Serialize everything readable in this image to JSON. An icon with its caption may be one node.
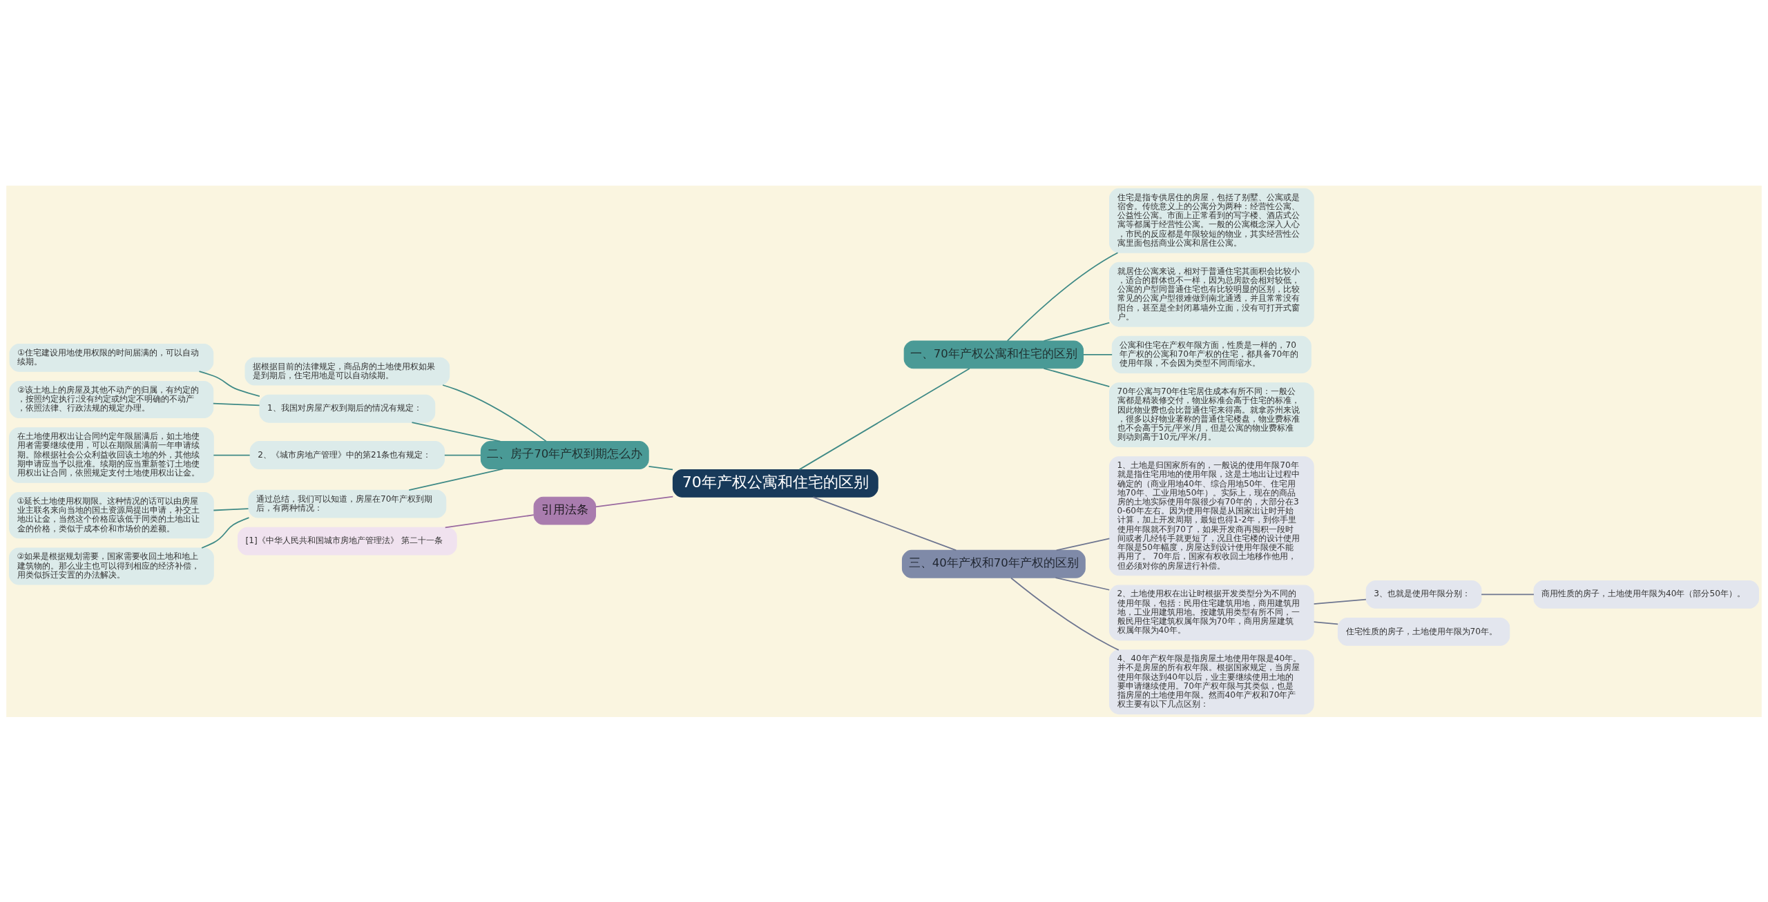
{
  "diagram": {
    "nodes": [
      {
        "text": [
          "70年产权公寓和住宅的区别"
        ]
      },
      {
        "text": [
          "一、70年产权公寓和住宅的区别"
        ]
      },
      {
        "text": [
          "住宅是指专供居住的房屋，包括了别墅、公寓或是宿舍。传统意义上的公寓分为两种：经营性公寓、公益性公寓。市面上正常看到的写字楼、酒店式公寓等都属于经营性公寓。一般的公寓概念深入人心，市民的反应都是年限较短的物业，其实经营性公寓里面包括商业公寓和居住公寓。"
        ]
      },
      {
        "text": [
          "就居住公寓来说，相对于普通住宅其面积会比较小，适合的群体也不一样，因为总房款会相对较低，公寓的户型同普通住宅也有比较明显的区别，比较常见的公寓户型很难做到南北通透，并且常常没有阳台，甚至是全封闭幕墙外立面，没有可打开式窗户。"
        ]
      },
      {
        "text": [
          "公寓和住宅在产权年限方面，性质是一样的，70年产权的公寓和70年产权的住宅，都具备70年的使用年限，不会因为类型不同而缩水。"
        ]
      },
      {
        "text": [
          "70年公寓与70年住宅居住成本有所不同：一般公寓都是精装修交付，物业标准会高于住宅的标准，因此物业费也会比普通住宅来得高。就拿苏州来说，很多以好物业著称的普通住宅楼盘，物业费标准也不会高于5元/平米/月，但是公寓的物业费标准则动则高于10元/平米/月。"
        ]
      },
      {
        "text": [
          "二、房子70年产权到期怎么办"
        ]
      },
      {
        "text": [
          "据根据目前的法律规定，商品房的土地使用权如果是到期后，住宅用地是可以自动续期。"
        ]
      },
      {
        "text": [
          "1、我国对房屋产权到期后的情况有规定："
        ]
      },
      {
        "text": [
          "①住宅建设用地使用权限的时间届满的，可以自动续期。"
        ]
      },
      {
        "text": [
          "②该土地上的房屋及其他不动产的归属，有约定的，按照约定执行;没有约定或约定不明确的不动产，依照法律、行政法规的规定办理。"
        ]
      },
      {
        "text": [
          "2、《城市房地产管理》中的第21条也有规定："
        ]
      },
      {
        "text": [
          "在土地使用权出让合同约定年限届满后，如土地使用者需要继续使用，可以在期限届满前一年申请续期。除根据社会公众利益收回该土地的外，其他续期申请应当予以批准。续期的应当重新签订土地使用权出让合同，依照规定支付土地使用权出让金。"
        ]
      },
      {
        "text": [
          "通过总结，我们可以知道，房屋在70年产权到期后，有两种情况："
        ]
      },
      {
        "text": [
          "①延长土地使用权期限。这种情况的话可以由房屋业主联名来向当地的国土资源局提出申请，补交土地出让金，当然这个价格应该低于同类的土地出让金的价格，类似于成本价和市场价的差额。"
        ]
      },
      {
        "text": [
          "②如果是根据规划需要，国家需要收回土地和地上建筑物的。那么业主也可以得到相应的经济补偿，用类似拆迁安置的办法解决。"
        ]
      },
      {
        "text": [
          "三、40年产权和70年产权的区别"
        ]
      },
      {
        "text": [
          "1、土地是归国家所有的，一般说的使用年限70年就是指住宅用地的使用年限，这是土地出让过程中确定的（商业用地40年、综合用地50年、住宅用地70年、工业用地50年）。实际上，现在的商品房的土地实际使用年限很少有70年的，大部分在30-60年左右。因为使用年限是从国家出让时开始计算，加上开发周期，最短也得1-2年，到你手里使用年限就不到70了，如果开发商再囤积一段时间或者几经转手就更短了，况且住宅楼的设计使用年限是50年幅度，房屋达到设计使用年限便不能再用了。 70年后，国家有权收回土地移作他用，但必须对你的房屋进行补偿。"
        ]
      },
      {
        "text": [
          "2、土地使用权在出让时根据开发类型分为不同的使用年限，包括：民用住宅建筑用地，商用建筑用地，工业用建筑用地。按建筑用类型有所不同，一般民用住宅建筑权属年限为70年，商用房屋建筑权属年限为40年。"
        ]
      },
      {
        "text": [
          "3、也就是使用年限分别："
        ]
      },
      {
        "text": [
          "商用性质的房子，土地使用年限为40年（部分50年）。"
        ]
      },
      {
        "text": [
          "住宅性质的房子，土地使用年限为70年。"
        ]
      },
      {
        "text": [
          "4、40年产权年限是指房屋土地使用年限是40年。并不是房屋的所有权年限。根据国家规定，当房屋使用年限达到40年以后，业主要继续使用土地的要申请继续使用。70年产权年限与其类似，也是指房屋的土地使用年限。然而40年产权和70年产权主要有以下几点区别："
        ]
      },
      {
        "text": [
          "引用法条"
        ]
      },
      {
        "text": [
          "[1]《中华人民共和国城市房地产管理法》 第二十一条"
        ]
      }
    ],
    "edges": [
      {
        "from": 0,
        "to": 1,
        "arrow": "none"
      },
      {
        "from": 1,
        "to": 2,
        "arrow": "none"
      },
      {
        "from": 1,
        "to": 3,
        "arrow": "none"
      },
      {
        "from": 1,
        "to": 4,
        "arrow": "none"
      },
      {
        "from": 1,
        "to": 5,
        "arrow": "none"
      },
      {
        "from": 0,
        "to": 6,
        "arrow": "none"
      },
      {
        "from": 6,
        "to": 7,
        "arrow": "none"
      },
      {
        "from": 6,
        "to": 8,
        "arrow": "none"
      },
      {
        "from": 8,
        "to": 9,
        "arrow": "none"
      },
      {
        "from": 8,
        "to": 10,
        "arrow": "none"
      },
      {
        "from": 6,
        "to": 11,
        "arrow": "none"
      },
      {
        "from": 11,
        "to": 12,
        "arrow": "none"
      },
      {
        "from": 6,
        "to": 13,
        "arrow": "none"
      },
      {
        "from": 13,
        "to": 14,
        "arrow": "none"
      },
      {
        "from": 13,
        "to": 15,
        "arrow": "none"
      },
      {
        "from": 0,
        "to": 16,
        "arrow": "none",
        "color": "#6e7690"
      },
      {
        "from": 16,
        "to": 17,
        "arrow": "none",
        "color": "#6e7690"
      },
      {
        "from": 16,
        "to": 18,
        "arrow": "none",
        "color": "#6e7690"
      },
      {
        "from": 18,
        "to": 19,
        "arrow": "none",
        "color": "#6e7690"
      },
      {
        "from": 19,
        "to": 20,
        "arrow": "none",
        "color": "#6e7690"
      },
      {
        "from": 18,
        "to": 21,
        "arrow": "none",
        "color": "#6e7690"
      },
      {
        "from": 16,
        "to": 22,
        "arrow": "none",
        "color": "#6e7690"
      },
      {
        "from": 0,
        "to": 23,
        "arrow": "none",
        "color": "#9a6aa0"
      },
      {
        "from": 23,
        "to": 24,
        "arrow": "none",
        "color": "#9a6aa0"
      }
    ]
  }
}
